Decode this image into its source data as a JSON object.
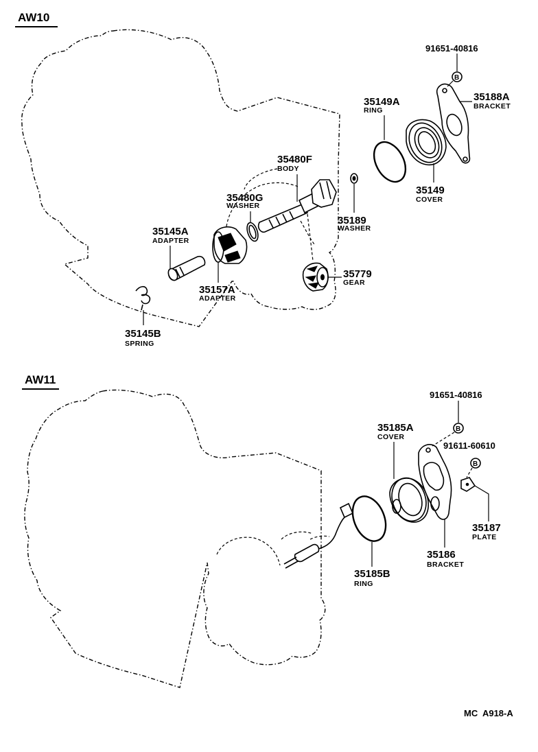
{
  "sections": {
    "aw10": {
      "title": "AW10",
      "parts": {
        "p91651": {
          "number": "91651-40816"
        },
        "p35188A": {
          "number": "35188A",
          "name": "BRACKET"
        },
        "p35149A": {
          "number": "35149A",
          "name": "RING"
        },
        "p35149": {
          "number": "35149",
          "name": "COVER"
        },
        "p35480F": {
          "number": "35480F",
          "name": "BODY"
        },
        "p35480G": {
          "number": "35480G",
          "name": "WASHER"
        },
        "p35189": {
          "number": "35189",
          "name": "WASHER"
        },
        "p35145A": {
          "number": "35145A",
          "name": "ADAPTER"
        },
        "p35157A": {
          "number": "35157A",
          "name": "ADAPTER"
        },
        "p35779": {
          "number": "35779",
          "name": "GEAR"
        },
        "p35145B": {
          "number": "35145B",
          "name": "SPRING"
        }
      }
    },
    "aw11": {
      "title": "AW11",
      "parts": {
        "p91651": {
          "number": "91651-40816"
        },
        "p35185A": {
          "number": "35185A",
          "name": "COVER"
        },
        "p91611": {
          "number": "91611-60610"
        },
        "p35187": {
          "number": "35187",
          "name": "PLATE"
        },
        "p35186": {
          "number": "35186",
          "name": "BRACKET"
        },
        "p35185B": {
          "number": "35185B",
          "name": "RING"
        }
      }
    }
  },
  "bolt_marker": "B",
  "footer": {
    "code": "MC  A918-A"
  }
}
